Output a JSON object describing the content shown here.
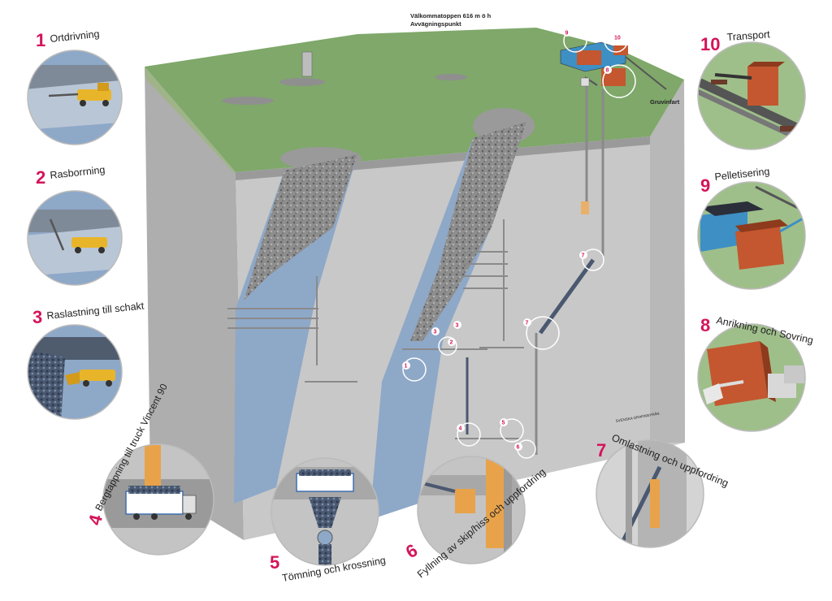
{
  "top_label": {
    "line1": "Välkommatoppen 616 m ö h",
    "line2": "Avvägningspunkt"
  },
  "entrance_label": "Gruvinfart",
  "credit": "SVENSKA GRAFIKBYRÅN",
  "steps": [
    {
      "num": "1",
      "label": "Ortdrivning"
    },
    {
      "num": "2",
      "label": "Rasborrning"
    },
    {
      "num": "3",
      "label": "Raslastning till schakt"
    },
    {
      "num": "4",
      "label": "Bergtappning till truck Vincent 90"
    },
    {
      "num": "5",
      "label": "Tömning och krossning"
    },
    {
      "num": "6",
      "label": "Fyllning av skip/hiss och uppfordring"
    },
    {
      "num": "7",
      "label": "Omlastning och uppfordring"
    },
    {
      "num": "8",
      "label": "Anrikning och Sovring"
    },
    {
      "num": "9",
      "label": "Pelletisering"
    },
    {
      "num": "10",
      "label": "Transport"
    }
  ],
  "markers": [
    "1",
    "2",
    "3",
    "3",
    "4",
    "5",
    "6",
    "7",
    "7",
    "8",
    "9",
    "10"
  ],
  "colors": {
    "accent": "#d4145a",
    "grass": "#7fa86a",
    "rock_front": "#c9c9c9",
    "rock_side": "#b2b2b2",
    "ore_blue": "#8ea8c8",
    "truck_yellow": "#e8b52a",
    "building_red": "#c4572f",
    "building_blue": "#3d8fc4"
  }
}
